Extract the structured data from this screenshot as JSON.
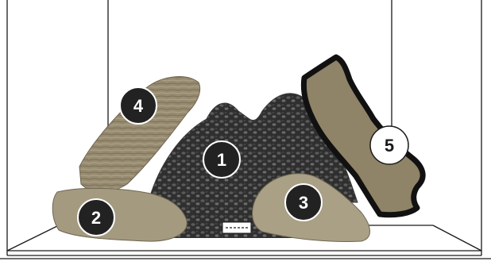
{
  "figure": {
    "callouts": [
      {
        "id": "1",
        "label": "1",
        "part": "log-1-center-back",
        "style": "dark"
      },
      {
        "id": "2",
        "label": "2",
        "part": "log-2-front-left",
        "style": "dark"
      },
      {
        "id": "3",
        "label": "3",
        "part": "log-3-front-right",
        "style": "dark"
      },
      {
        "id": "4",
        "label": "4",
        "part": "log-4-left-diagonal",
        "style": "dark"
      },
      {
        "id": "5",
        "label": "5",
        "part": "log-5-right-outlined",
        "style": "light"
      }
    ],
    "colors": {
      "line": "#1a1a1a",
      "log_light": "#a79d83",
      "log_mid": "#8c8066",
      "log_dark": "#4a4538",
      "ember": "#2b2b2b",
      "callout_dark": "#222222",
      "callout_light": "#ffffff"
    }
  }
}
